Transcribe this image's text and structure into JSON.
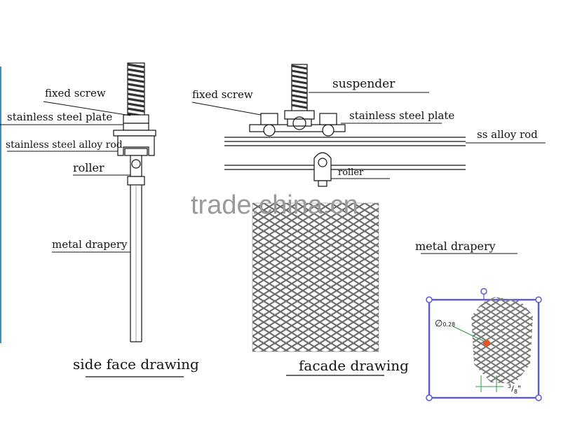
{
  "watermark": "trade.china.cn",
  "side": {
    "fixed_screw": "fixed screw",
    "plate": "stainless steel plate",
    "rod": "stainless steel alloy rod",
    "roller": "roller",
    "drapery": "metal drapery",
    "caption": "side face drawing"
  },
  "front": {
    "suspender": "suspender",
    "fixed_screw": "fixed screw",
    "plate": "stainless steel plate",
    "rod": "ss alloy rod",
    "roller": "roller",
    "drapery": "metal drapery",
    "caption": "facade drawing"
  },
  "detail": {
    "diameter_symbol": "∅",
    "diameter": "0.28",
    "spacing_num": "3",
    "spacing_den": "8",
    "spacing_unit": "\""
  },
  "colors": {
    "line": "#111111",
    "mesh": "#6e6e6e",
    "selection": "#5a5adc",
    "marker": "#e0552a",
    "leader": "#2e9a3e",
    "edge": "#3a8fc0"
  }
}
